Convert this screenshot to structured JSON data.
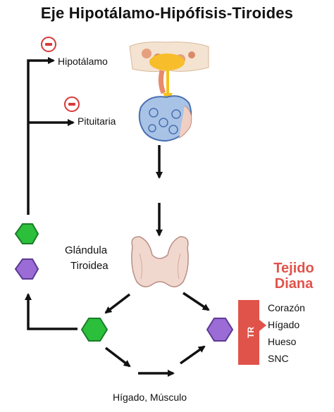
{
  "title": "Eje Hipotálamo-Hipófisis-Tiroides",
  "labels": {
    "hypothalamus": "Hipotálamo",
    "pituitary": "Pituitaria",
    "thyroid_line1": "Glándula",
    "thyroid_line2": "Tiroidea",
    "liver_muscle": "Hígado, Músculo",
    "target_tissue_line1": "Tejido",
    "target_tissue_line2": "Diana",
    "receptor": "TR"
  },
  "targets": [
    "Corazón",
    "Hígado",
    "Hueso",
    "SNC"
  ],
  "colors": {
    "inhibition": "#d63a3a",
    "t4_hexagon": "#2bbf3c",
    "t3_hexagon": "#9b6bd6",
    "receptor": "#e0534a",
    "target_heading": "#e0534a",
    "arrow": "#111111"
  },
  "icons": [
    "minus-icon",
    "hexagon-icon",
    "hypothalamus-pituitary-illustration",
    "thyroid-gland-illustration"
  ]
}
